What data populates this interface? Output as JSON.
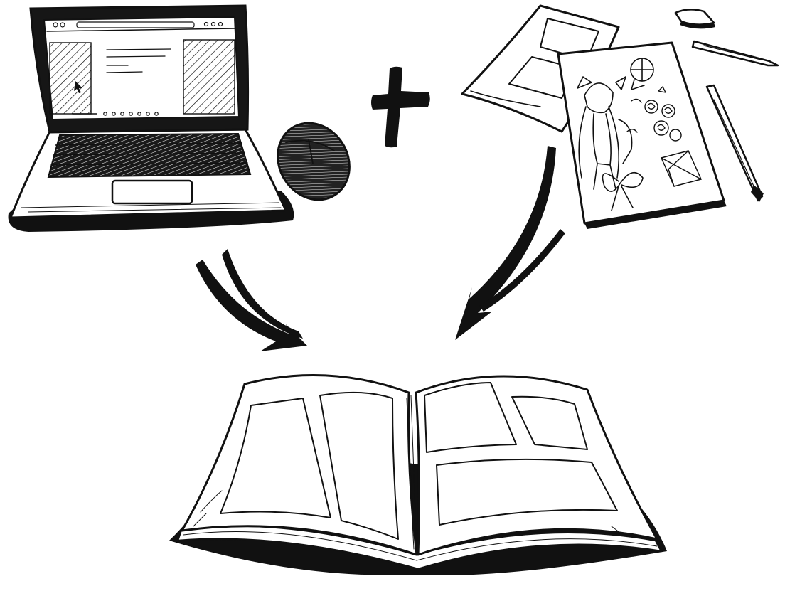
{
  "scene": {
    "kind": "hand-drawn illustration",
    "background": "#ffffff",
    "ink_color": "#111111",
    "elements": {
      "laptop": {
        "icon": "laptop-icon"
      },
      "mouse": {
        "icon": "mouse-icon"
      },
      "plus": {
        "icon": "plus-icon"
      },
      "sketches": {
        "icon": "sketch-pages-icon",
        "pages": 2
      },
      "tools": {
        "icon": "drawing-tools-icon",
        "items": [
          "eraser",
          "pencil",
          "pen"
        ]
      },
      "arrows": {
        "icon": "curved-arrow-icon",
        "count": 2
      },
      "book": {
        "icon": "open-comic-book-icon",
        "left_page_panels": 2,
        "right_page_panels": 3
      }
    }
  }
}
